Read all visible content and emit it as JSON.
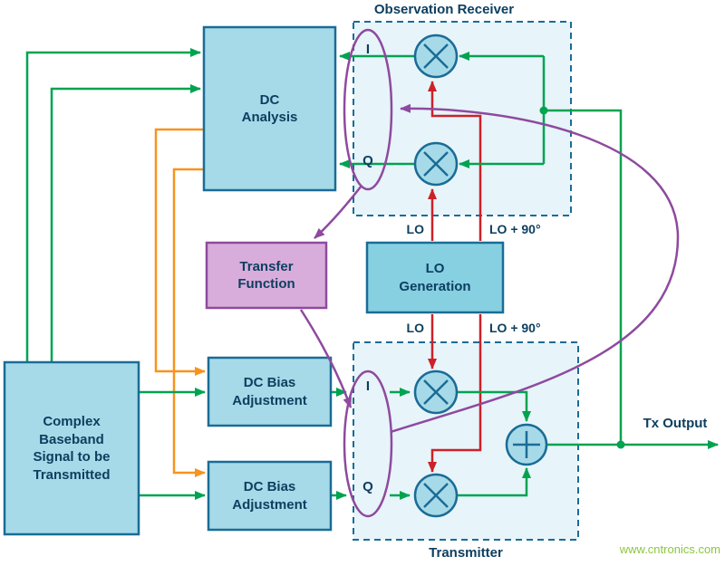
{
  "sections": {
    "observation_receiver": {
      "title": "Observation Receiver",
      "i": "I",
      "q": "Q",
      "lo": "LO",
      "lo90": "LO + 90°"
    },
    "transmitter": {
      "title": "Transmitter",
      "i": "I",
      "q": "Q",
      "lo": "LO",
      "lo90": "LO + 90°",
      "tx_output": "Tx Output"
    }
  },
  "blocks": {
    "dc_analysis": {
      "label": "DC\nAnalysis"
    },
    "transfer_function": {
      "label": "Transfer\nFunction"
    },
    "lo_generation": {
      "label": "LO\nGeneration"
    },
    "dc_bias_adjustment_1": {
      "label": "DC Bias\nAdjustment"
    },
    "dc_bias_adjustment_2": {
      "label": "DC Bias\nAdjustment"
    },
    "complex_baseband": {
      "label": "Complex\nBaseband\nSignal to be\nTransmitted"
    }
  },
  "watermark": {
    "text": "www.cntronics.com"
  },
  "colors": {
    "signal_green": "#00a350",
    "lo_red": "#cc2128",
    "bias_orange": "#f7941e",
    "iq_purple": "#8e4a9e",
    "block_fill": "#a7dae8",
    "lo_block_fill": "#86d0e2",
    "transfer_fill": "#d8addc",
    "block_border": "#1a6c96",
    "section_fill": "#e7f4fa",
    "text": "#0d3f60",
    "watermark_green": "#8cc63e"
  }
}
